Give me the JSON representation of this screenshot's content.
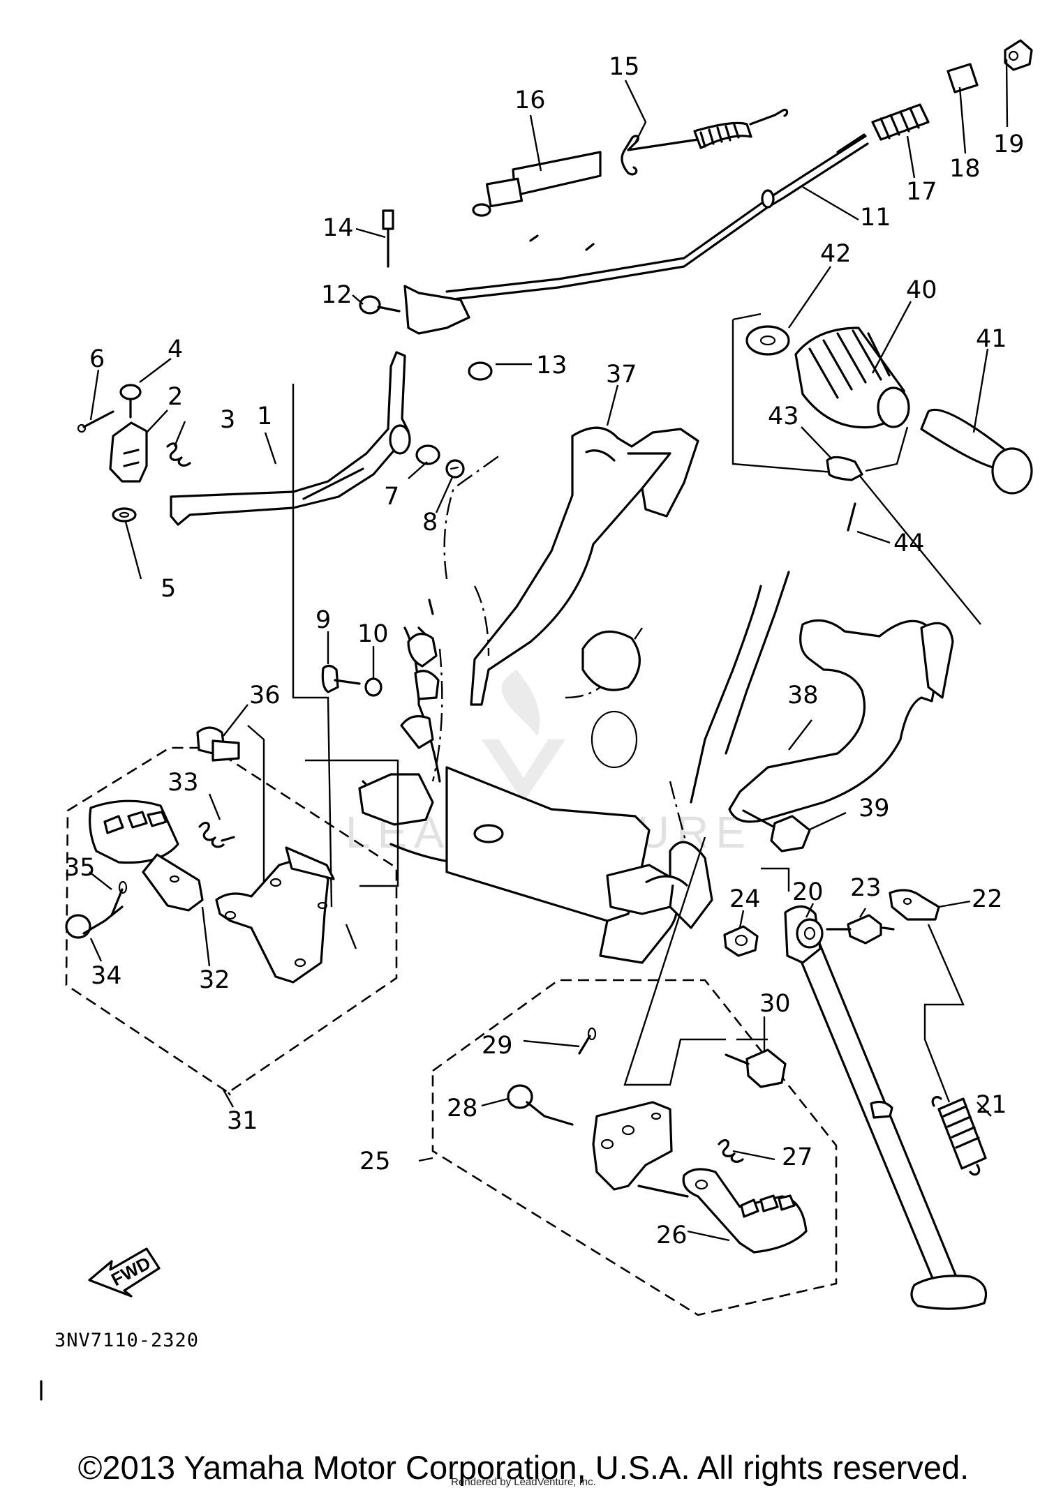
{
  "diagram": {
    "part_code": "3NV7110-2320",
    "fwd_label": "FWD",
    "watermark": "LEADVENTURE",
    "callouts": [
      "1",
      "2",
      "3",
      "4",
      "5",
      "6",
      "7",
      "8",
      "9",
      "10",
      "11",
      "12",
      "13",
      "14",
      "15",
      "16",
      "17",
      "18",
      "19",
      "20",
      "21",
      "22",
      "23",
      "24",
      "25",
      "26",
      "27",
      "28",
      "29",
      "30",
      "31",
      "32",
      "33",
      "34",
      "35",
      "36",
      "37",
      "38",
      "39",
      "40",
      "41",
      "42",
      "43",
      "44"
    ]
  },
  "footer": {
    "copyright": "©2013 Yamaha Motor Corporation, U.S.A. All rights reserved.",
    "rendered_by": "Rendered by LeadVenture, Inc."
  }
}
